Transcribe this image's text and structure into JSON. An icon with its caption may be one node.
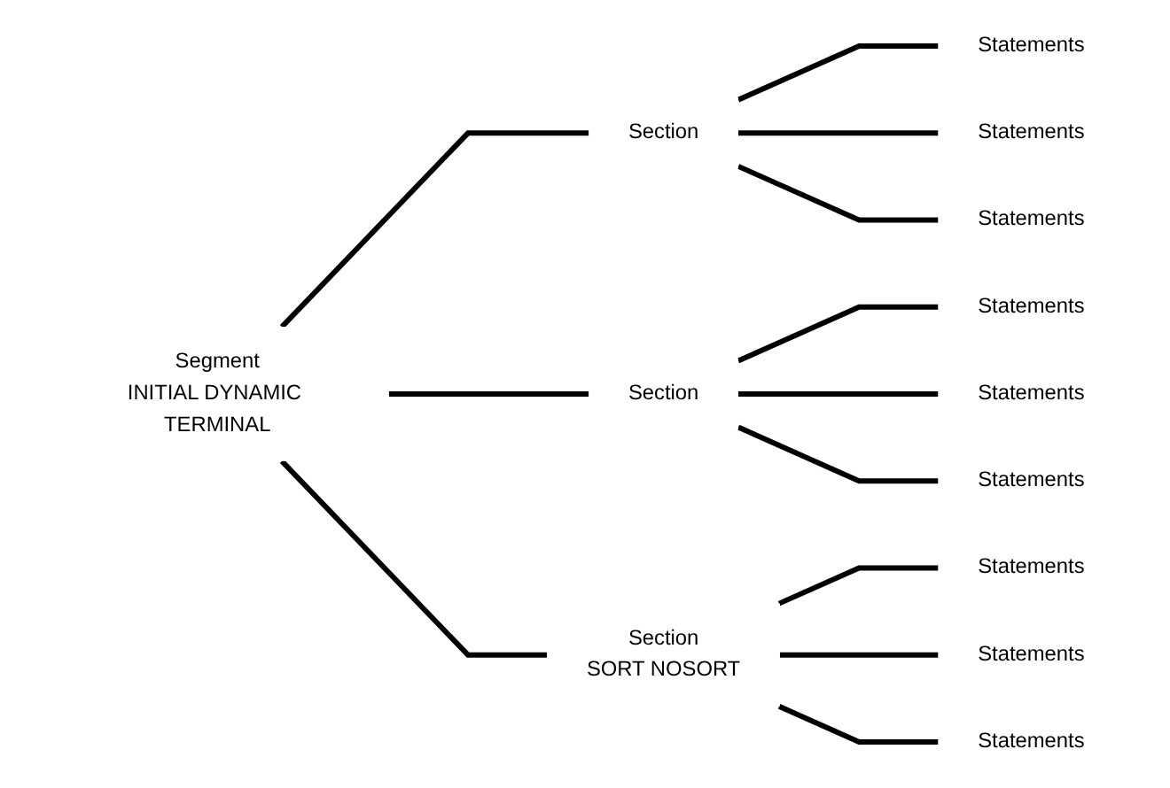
{
  "diagram": {
    "nodes": [
      {
        "text": [
          "Segment",
          "INITIAL DYNAMIC TERMINAL"
        ]
      },
      {
        "text": [
          "Section"
        ]
      },
      {
        "text": [
          "Section"
        ]
      },
      {
        "text": [
          "Section",
          "SORT NOSORT"
        ]
      },
      {
        "text": [
          "Statements"
        ]
      },
      {
        "text": [
          "Statements"
        ]
      },
      {
        "text": [
          "Statements"
        ]
      },
      {
        "text": [
          "Statements"
        ]
      },
      {
        "text": [
          "Statements"
        ]
      },
      {
        "text": [
          "Statements"
        ]
      },
      {
        "text": [
          "Statements"
        ]
      },
      {
        "text": [
          "Statements"
        ]
      },
      {
        "text": [
          "Statements"
        ]
      }
    ],
    "edges": [
      {
        "from": 0,
        "to": 1,
        "arrow": "none"
      },
      {
        "from": 0,
        "to": 2,
        "arrow": "none"
      },
      {
        "from": 0,
        "to": 3,
        "arrow": "none"
      },
      {
        "from": 1,
        "to": 4,
        "arrow": "none"
      },
      {
        "from": 1,
        "to": 5,
        "arrow": "none"
      },
      {
        "from": 1,
        "to": 6,
        "arrow": "none"
      },
      {
        "from": 2,
        "to": 7,
        "arrow": "none"
      },
      {
        "from": 2,
        "to": 8,
        "arrow": "none"
      },
      {
        "from": 2,
        "to": 9,
        "arrow": "none"
      },
      {
        "from": 3,
        "to": 10,
        "arrow": "none"
      },
      {
        "from": 3,
        "to": 11,
        "arrow": "none"
      },
      {
        "from": 3,
        "to": 12,
        "arrow": "none"
      }
    ]
  }
}
